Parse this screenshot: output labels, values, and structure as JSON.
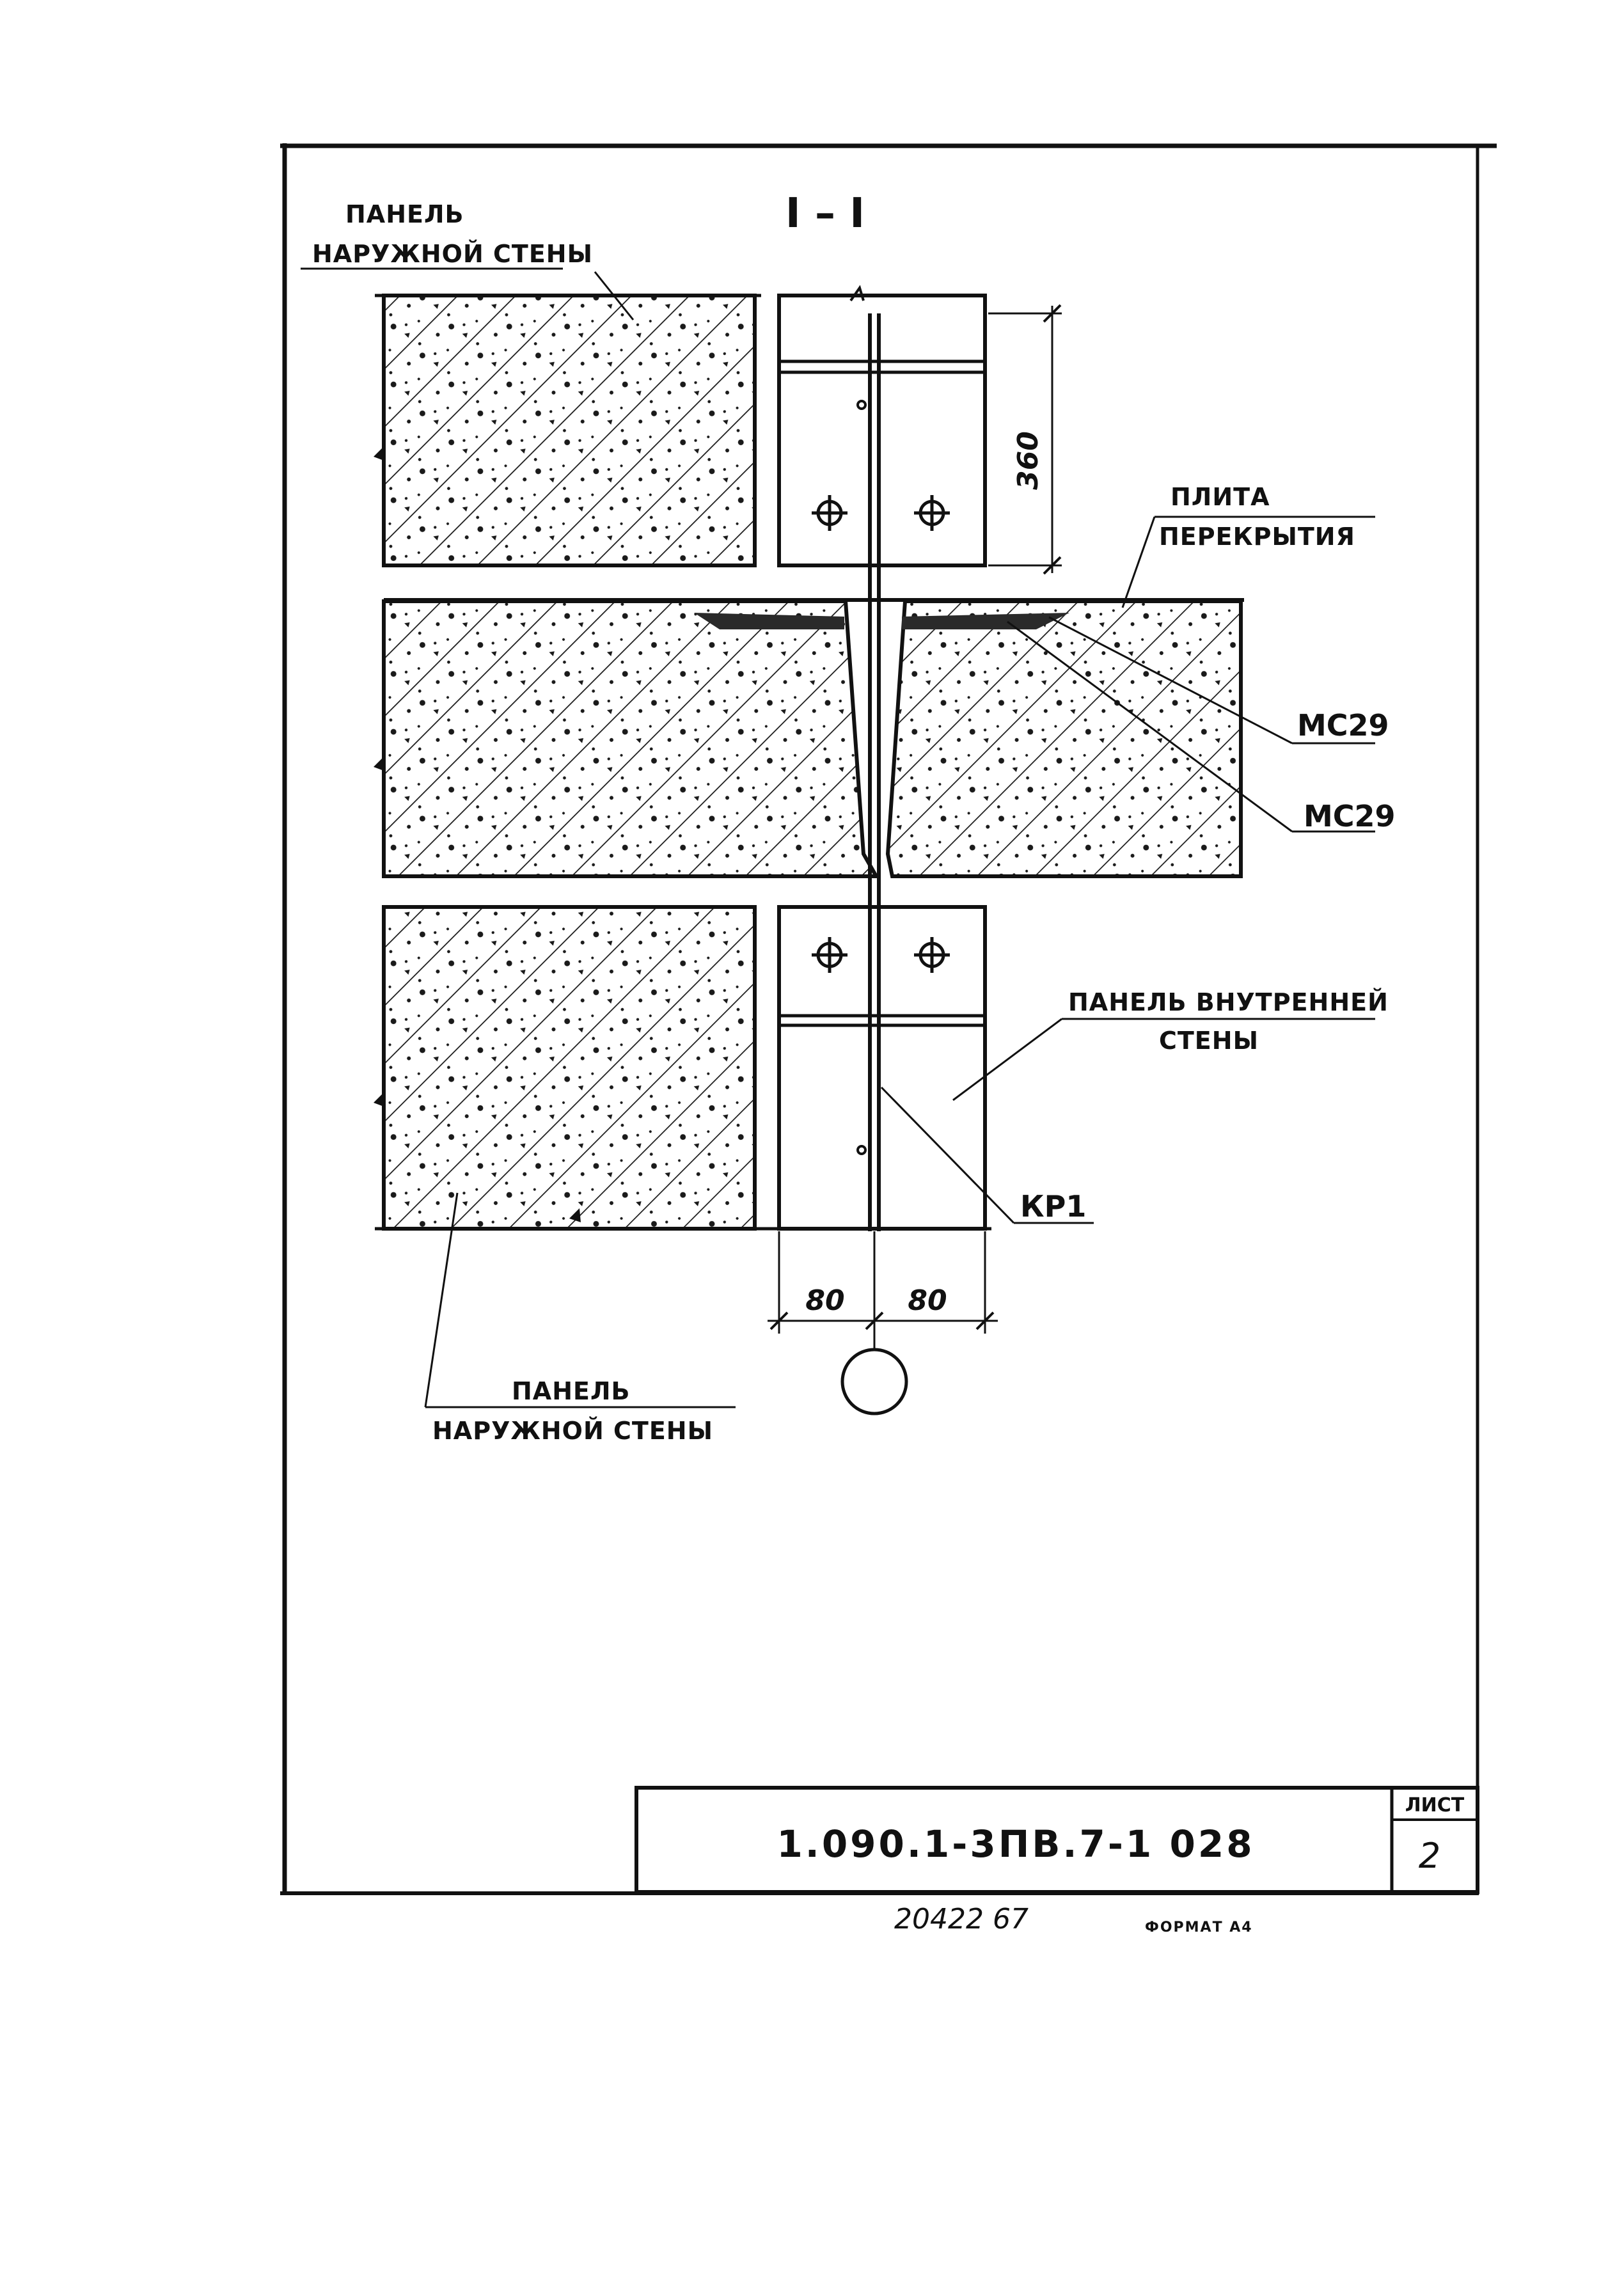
{
  "section_title": "I – I",
  "labels": {
    "outer_panel_top_l1": "ПАНЕЛЬ",
    "outer_panel_top_l2": "НАРУЖНОЙ СТЕНЫ",
    "slab_l1": "ПЛИТА",
    "slab_l2": "ПЕРЕКРЫТИЯ",
    "mc29_a": "МС29",
    "mc29_b": "МС29",
    "inner_panel_l1": "ПАНЕЛЬ ВНУТРЕННЕЙ",
    "inner_panel_l2": "СТЕНЫ",
    "kp1": "КР1",
    "outer_panel_bottom_l1": "ПАНЕЛЬ",
    "outer_panel_bottom_l2": "НАРУЖНОЙ СТЕНЫ"
  },
  "dimensions": {
    "height": "360",
    "left_width": "80",
    "right_width": "80"
  },
  "title_block": {
    "doc_code": "1.090.1-3ПВ.7-1   028",
    "sheet_label": "ЛИСТ",
    "sheet_number": "2"
  },
  "footer": {
    "archive_number": "20422   67",
    "format": "ФОРМАТ А4"
  }
}
